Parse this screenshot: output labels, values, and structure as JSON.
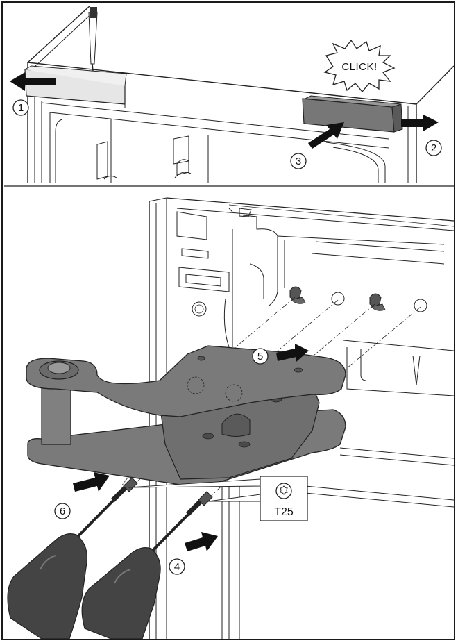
{
  "top_panel": {
    "click_text": "CLICK!",
    "steps": [
      "1",
      "2",
      "3"
    ]
  },
  "bottom_panel": {
    "steps": [
      "4",
      "5",
      "6"
    ],
    "tool_label": "T25",
    "tool_icon": "torx-icon"
  }
}
